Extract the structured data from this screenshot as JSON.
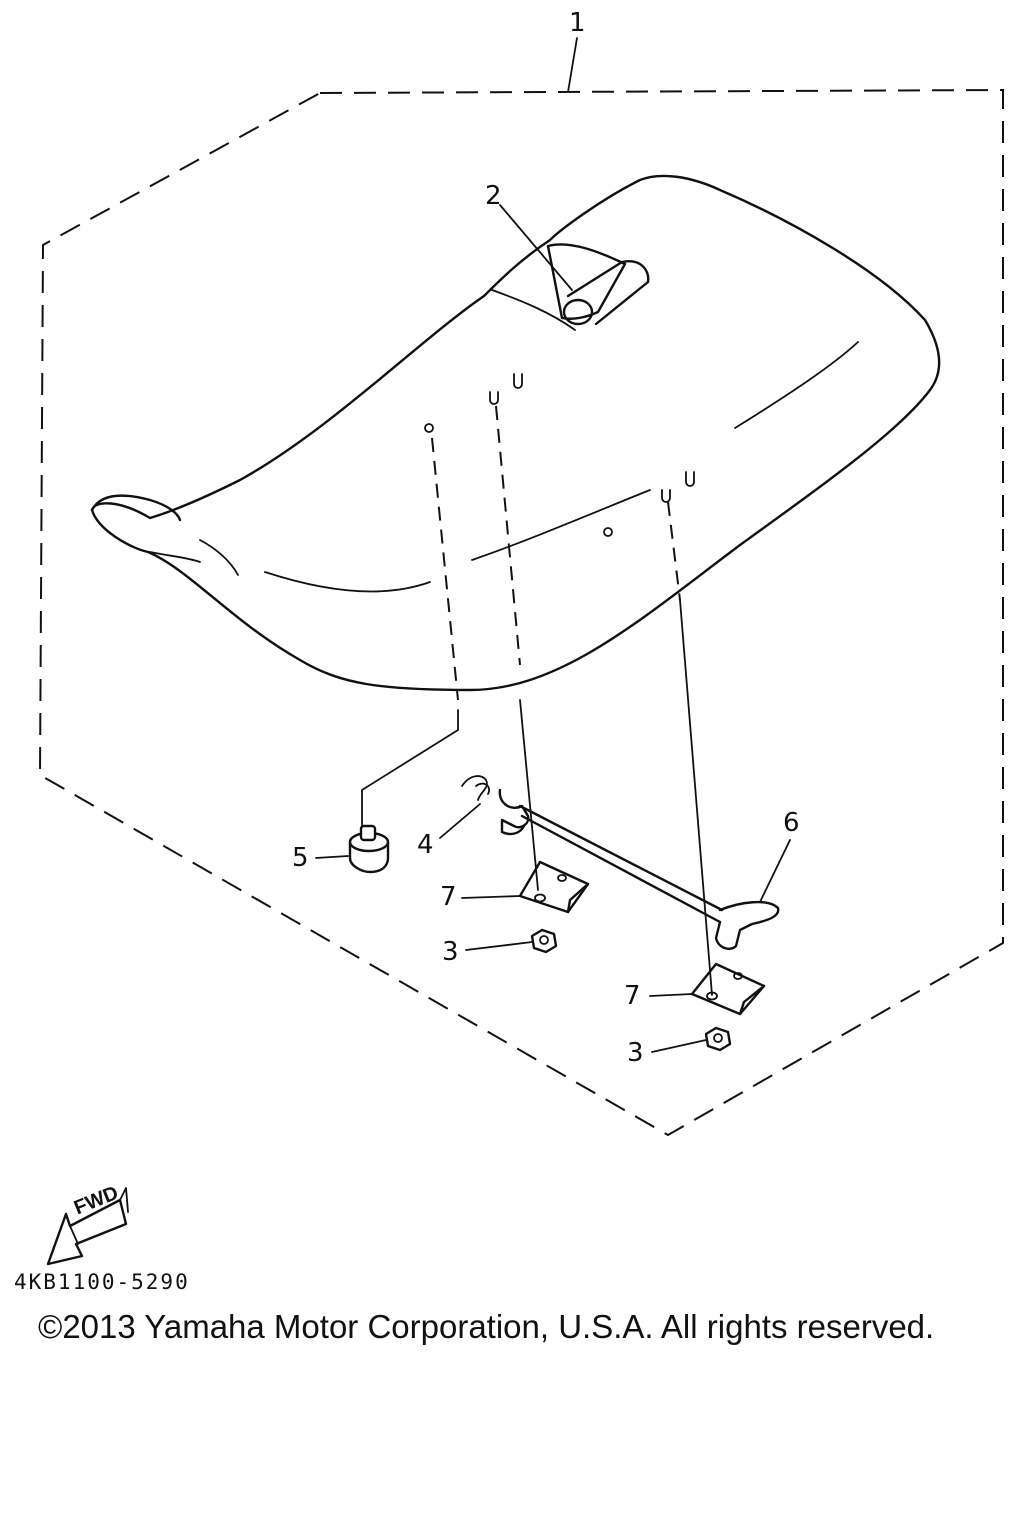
{
  "callouts": [
    {
      "id": "1",
      "label": "1"
    },
    {
      "id": "2",
      "label": "2"
    },
    {
      "id": "3a",
      "label": "3"
    },
    {
      "id": "3b",
      "label": "3"
    },
    {
      "id": "4",
      "label": "4"
    },
    {
      "id": "5",
      "label": "5"
    },
    {
      "id": "6",
      "label": "6"
    },
    {
      "id": "7a",
      "label": "7"
    },
    {
      "id": "7b",
      "label": "7"
    }
  ],
  "fwd_label": "FWD",
  "part_number": "4KB1100-5290",
  "copyright": "©2013 Yamaha Motor Corporation, U.S.A. All rights reserved."
}
